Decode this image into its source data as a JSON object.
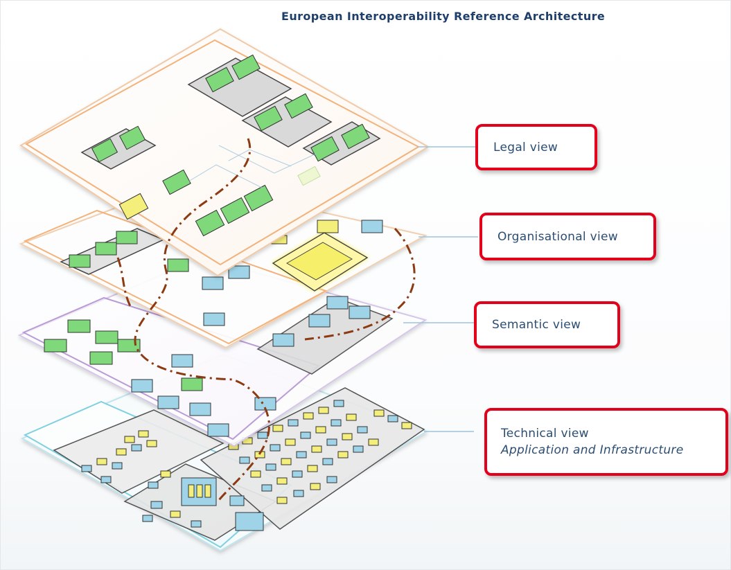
{
  "title": "European Interoperability Reference Architecture",
  "views": {
    "legal": "Legal view",
    "organisational": "Organisational view",
    "semantic": "Semantic view",
    "technical": "Technical view",
    "technical_sub": "Application and Infrastructure"
  },
  "colors": {
    "callout_border": "#e3001b",
    "callout_text": "#2b4d73",
    "title_text": "#1f3f6b",
    "legal_layer_frame": "#f3b27a",
    "organisational_layer_frame": "#f3b27a",
    "semantic_layer_frame": "#b99bd6",
    "technical_layer_frame": "#7fd0e0",
    "legal_box_fill": "#7fd87a",
    "organisational_box_fill": "#7fd87a",
    "semantic_box_fill": "#9fd4e8",
    "technical_box_fill": "#f4ee7a",
    "connector_line": "#9dc3dc",
    "dash_path": "#8b3a12"
  }
}
